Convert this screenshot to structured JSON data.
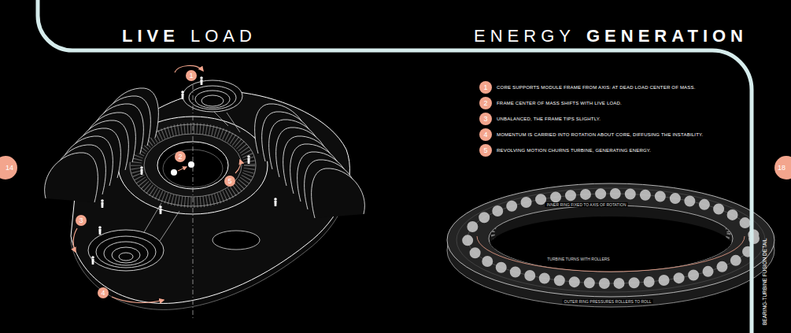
{
  "diagram": {
    "nodes": [
      {
        "text": [
          "14"
        ]
      },
      {
        "text": [
          "1"
        ]
      },
      {
        "text": [
          "2"
        ]
      },
      {
        "text": [
          "3"
        ]
      },
      {
        "text": [
          "4"
        ]
      },
      {
        "text": [
          "5"
        ]
      },
      {
        "text": [
          "1",
          "CORE SUPPORTS MODULE FRAME FROM AXIS: AT DEAD LOAD CENTER OF MASS."
        ]
      },
      {
        "text": [
          "2",
          "FRAME CENTER OF MASS SHIFTS WITH LIVE LOAD."
        ]
      },
      {
        "text": [
          "3",
          "UNBALANCED, THE FRAME TIPS SLIGHTLY."
        ]
      },
      {
        "text": [
          "4",
          "MOMENTUM IS CARRIED INTO ROTATION ABOUT CORE, DIFFUSING THE INSTABILITY."
        ]
      },
      {
        "text": [
          "5",
          "REVOLVING MOTION CHURNS TURBINE, GENERATING ENERGY."
        ]
      },
      {
        "text": [
          "18"
        ]
      }
    ],
    "labels": [
      "LIVE",
      "LOAD",
      "ENERGY",
      "GENERATION",
      "INNER RING FIXED TO AXIS OF ROTATION",
      "TURBINE TURNS WITH ROLLERS",
      "OUTER RING PRESSURES ROLLERS TO ROLL",
      "BEARING-TURBINE FUSION DETAIL"
    ]
  }
}
